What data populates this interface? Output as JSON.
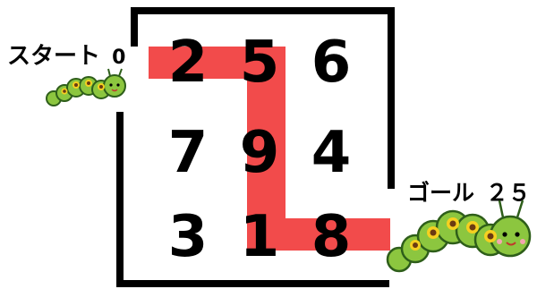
{
  "puzzle": {
    "grid": [
      [
        "2",
        "5",
        "6"
      ],
      [
        "7",
        "9",
        "4"
      ],
      [
        "3",
        "1",
        "8"
      ]
    ]
  },
  "start": {
    "label": "スタート",
    "value": "0"
  },
  "goal": {
    "label": "ゴール",
    "value": "２５"
  },
  "colors": {
    "path": "#f24b4b",
    "wall": "#000000",
    "caterpillar_body": "#8cc63f",
    "caterpillar_outline": "#2e5e1a",
    "caterpillar_spot": "#6b3a12",
    "caterpillar_spot_ring": "#f5d020"
  },
  "icons": [
    "caterpillar-icon-start",
    "caterpillar-icon-goal"
  ]
}
